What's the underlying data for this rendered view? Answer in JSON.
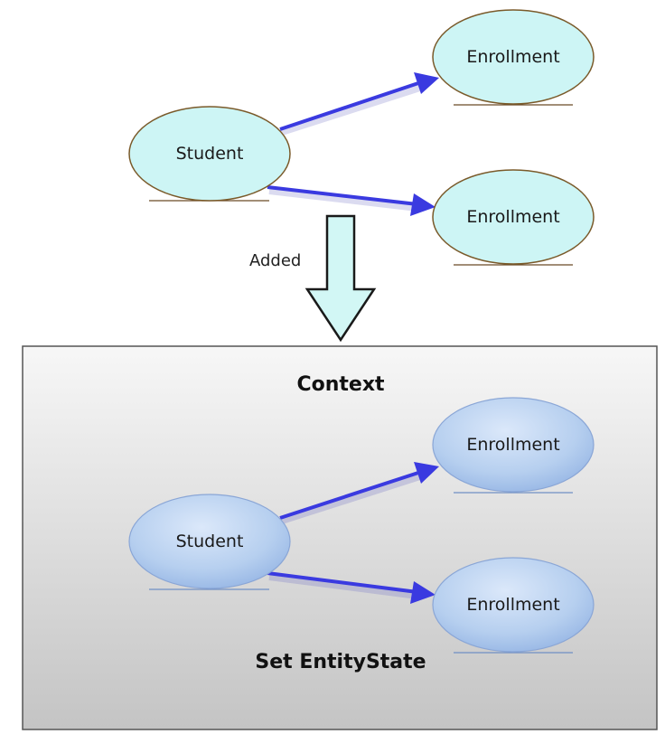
{
  "top": {
    "student_label": "Student",
    "enrollment_top_label": "Enrollment",
    "enrollment_bottom_label": "Enrollment"
  },
  "transition": {
    "label": "Added"
  },
  "context": {
    "title": "Context",
    "caption": "Set EntityState",
    "student_label": "Student",
    "enrollment_top_label": "Enrollment",
    "enrollment_bottom_label": "Enrollment"
  },
  "colors": {
    "top_node_fill": "#cdf5f5",
    "top_node_stroke": "#7a5a2a",
    "context_node_fill": "#a9c6ec",
    "context_node_stroke": "#7f9fd0",
    "arrow": "#3a3ae0",
    "down_arrow_fill": "#d2f7f5",
    "context_bg_top": "#f6f6f6",
    "context_bg_bottom": "#c6c6c6"
  }
}
